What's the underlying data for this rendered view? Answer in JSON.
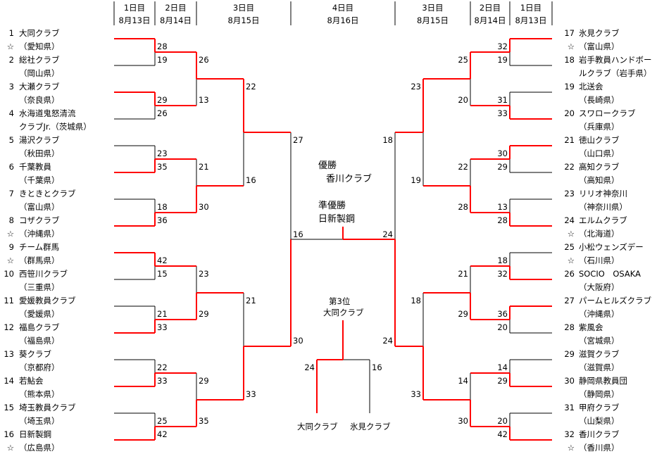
{
  "header": {
    "left": [
      {
        "day": "1日目",
        "date": "8月13日"
      },
      {
        "day": "2日目",
        "date": "8月14日"
      },
      {
        "day": "3日目",
        "date": "8月15日"
      }
    ],
    "center": {
      "day": "4日目",
      "date": "8月16日"
    },
    "right": [
      {
        "day": "3日目",
        "date": "8月15日"
      },
      {
        "day": "2日目",
        "date": "8月14日"
      },
      {
        "day": "1日目",
        "date": "8月13日"
      }
    ]
  },
  "left": {
    "teams": [
      {
        "num": "1",
        "name": "大同クラブ",
        "star": "☆",
        "pref": "（愛知県）"
      },
      {
        "num": "2",
        "name": "総社クラブ",
        "star": "",
        "pref": "（岡山県）"
      },
      {
        "num": "3",
        "name": "大瀬クラブ",
        "star": "",
        "pref": "（奈良県）"
      },
      {
        "num": "4",
        "name": "水海道鬼怒清流",
        "star": "",
        "pref": "クラブJr.（茨城県）"
      },
      {
        "num": "5",
        "name": "湯沢クラブ",
        "star": "",
        "pref": "（秋田県）"
      },
      {
        "num": "6",
        "name": "千葉教員",
        "star": "",
        "pref": "（千葉県）"
      },
      {
        "num": "7",
        "name": "きときとクラブ",
        "star": "",
        "pref": "（富山県）"
      },
      {
        "num": "8",
        "name": "コザクラブ",
        "star": "☆",
        "pref": "（沖縄県）"
      },
      {
        "num": "9",
        "name": "チーム群馬",
        "star": "☆",
        "pref": "（群馬県）"
      },
      {
        "num": "10",
        "name": "西笹川クラブ",
        "star": "",
        "pref": "（三重県）"
      },
      {
        "num": "11",
        "name": "愛媛教員クラブ",
        "star": "",
        "pref": "（愛媛県）"
      },
      {
        "num": "12",
        "name": "福島クラブ",
        "star": "",
        "pref": "（福島県）"
      },
      {
        "num": "13",
        "name": "葵クラブ",
        "star": "",
        "pref": "（京都府）"
      },
      {
        "num": "14",
        "name": "若鮎会",
        "star": "",
        "pref": "（熊本県）"
      },
      {
        "num": "15",
        "name": "埼玉教員クラブ",
        "star": "",
        "pref": "（埼玉県）"
      },
      {
        "num": "16",
        "name": "日新製鋼",
        "star": "☆",
        "pref": "（広島県）"
      }
    ],
    "rounds": [
      [
        [
          28,
          19
        ],
        [
          29,
          26
        ],
        [
          23,
          35
        ],
        [
          18,
          36
        ],
        [
          42,
          15
        ],
        [
          21,
          33
        ],
        [
          22,
          33
        ],
        [
          25,
          42
        ]
      ],
      [
        [
          26,
          13
        ],
        [
          21,
          30
        ],
        [
          23,
          29
        ],
        [
          29,
          35
        ]
      ],
      [
        [
          22,
          16
        ],
        [
          21,
          33
        ]
      ],
      [
        [
          27,
          30
        ]
      ]
    ]
  },
  "right": {
    "teams": [
      {
        "num": "17",
        "name": "氷見クラブ",
        "star": "☆",
        "pref": "（富山県）"
      },
      {
        "num": "18",
        "name": "岩手教員ハンドボー",
        "star": "",
        "pref": "ルクラブ（岩手県）"
      },
      {
        "num": "19",
        "name": "北送会",
        "star": "",
        "pref": "（長崎県）"
      },
      {
        "num": "20",
        "name": "スワロークラブ",
        "star": "",
        "pref": "（兵庫県）"
      },
      {
        "num": "21",
        "name": "徳山クラブ",
        "star": "",
        "pref": "（山口県）"
      },
      {
        "num": "22",
        "name": "高知クラブ",
        "star": "",
        "pref": "（高知県）"
      },
      {
        "num": "23",
        "name": "リリオ神奈川",
        "star": "",
        "pref": "（神奈川県）"
      },
      {
        "num": "24",
        "name": "エルムクラブ",
        "star": "☆",
        "pref": "（北海道）"
      },
      {
        "num": "25",
        "name": "小松ウェンズデー",
        "star": "☆",
        "pref": "（石川県）"
      },
      {
        "num": "26",
        "name": "SOCIO　OSAKA",
        "star": "",
        "pref": "（大阪府）"
      },
      {
        "num": "27",
        "name": "パームヒルズクラブ",
        "star": "",
        "pref": "（沖縄県）"
      },
      {
        "num": "28",
        "name": "紫風会",
        "star": "",
        "pref": "（宮城県）"
      },
      {
        "num": "29",
        "name": "滋賀クラブ",
        "star": "",
        "pref": "（滋賀県）"
      },
      {
        "num": "30",
        "name": "静岡県教員団",
        "star": "",
        "pref": "（静岡県）"
      },
      {
        "num": "31",
        "name": "甲府クラブ",
        "star": "",
        "pref": "（山梨県）"
      },
      {
        "num": "32",
        "name": "香川クラブ",
        "star": "☆",
        "pref": "（香川県）"
      }
    ],
    "rounds": [
      [
        [
          32,
          19
        ],
        [
          31,
          33
        ],
        [
          30,
          29
        ],
        [
          13,
          28
        ],
        [
          18,
          32
        ],
        [
          36,
          20
        ],
        [
          14,
          29
        ],
        [
          20,
          42
        ]
      ],
      [
        [
          25,
          20
        ],
        [
          22,
          28
        ],
        [
          21,
          29
        ],
        [
          14,
          30
        ]
      ],
      [
        [
          23,
          19
        ],
        [
          18,
          33
        ]
      ],
      [
        [
          18,
          24
        ]
      ]
    ]
  },
  "final": {
    "left_score": 16,
    "right_score": 24
  },
  "results": {
    "champion_label": "優勝",
    "champion": "香川クラブ",
    "runner_up_label": "準優勝",
    "runner_up": "日新製鋼"
  },
  "third_place": {
    "label": "第3位",
    "winner": "大同クラブ",
    "team_a": "大同クラブ",
    "team_b": "氷見クラブ",
    "score_a": 24,
    "score_b": 16
  },
  "colors": {
    "win_line": "#ff0000",
    "line": "#000000"
  }
}
